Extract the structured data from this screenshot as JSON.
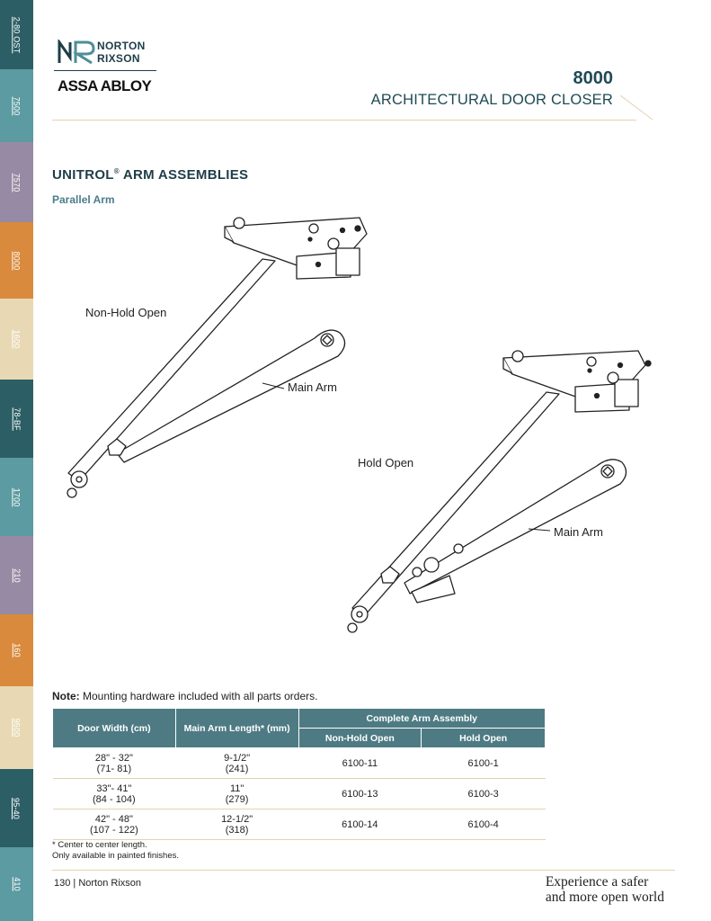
{
  "side_tabs": [
    {
      "label": "2-80 OST",
      "color": "#2c5f65"
    },
    {
      "label": "7500",
      "color": "#5b9ba1"
    },
    {
      "label": "7570",
      "color": "#978aa4"
    },
    {
      "label": "8000",
      "color": "#d98a3d"
    },
    {
      "label": "1600",
      "color": "#e8d9b4"
    },
    {
      "label": "78-BF",
      "color": "#2c5f65"
    },
    {
      "label": "1700",
      "color": "#5b9ba1"
    },
    {
      "label": "210",
      "color": "#978aa4"
    },
    {
      "label": "160",
      "color": "#d98a3d"
    },
    {
      "label": "9500",
      "color": "#e8d9b4"
    },
    {
      "label": "95-40",
      "color": "#2c5f65"
    },
    {
      "label": "410",
      "color": "#5b9ba1"
    }
  ],
  "logo": {
    "line1": "NORTON",
    "line2": "RIXSON",
    "company": "ASSA ABLOY"
  },
  "header": {
    "model": "8000",
    "title": "ARCHITECTURAL DOOR CLOSER"
  },
  "section": {
    "title": "UNITROL",
    "title_mark": "®",
    "title_rest": " ARM ASSEMBLIES",
    "subtitle": "Parallel Arm"
  },
  "diagram_labels": {
    "non_hold": "Non-Hold Open",
    "main_arm_1": "Main Arm",
    "hold": "Hold Open",
    "main_arm_2": "Main Arm"
  },
  "note": {
    "label": "Note:",
    "text": " Mounting hardware included with all parts orders."
  },
  "table": {
    "headers": {
      "door_width": "Door Width (cm)",
      "main_arm": "Main Arm Length* (mm)",
      "complete": "Complete Arm Assembly",
      "non_hold": "Non-Hold Open",
      "hold": "Hold Open"
    },
    "rows": [
      {
        "width": "28\" - 32\"",
        "width_mm": "(71- 81)",
        "length": "9-1/2\"",
        "length_mm": "(241)",
        "non_hold": "6100-11",
        "hold": "6100-1"
      },
      {
        "width": "33\"- 41\"",
        "width_mm": "(84 - 104)",
        "length": "11\"",
        "length_mm": "(279)",
        "non_hold": "6100-13",
        "hold": "6100-3"
      },
      {
        "width": "42\" - 48\"",
        "width_mm": "(107 - 122)",
        "length": "12-1/2\"",
        "length_mm": "(318)",
        "non_hold": "6100-14",
        "hold": "6100-4"
      }
    ]
  },
  "footnotes": {
    "line1": "* Center to center length.",
    "line2": "Only available in painted finishes."
  },
  "footer": {
    "page": "130 | Norton Rixson",
    "slogan_1": "Experience a safer",
    "slogan_2": "and more open world"
  }
}
